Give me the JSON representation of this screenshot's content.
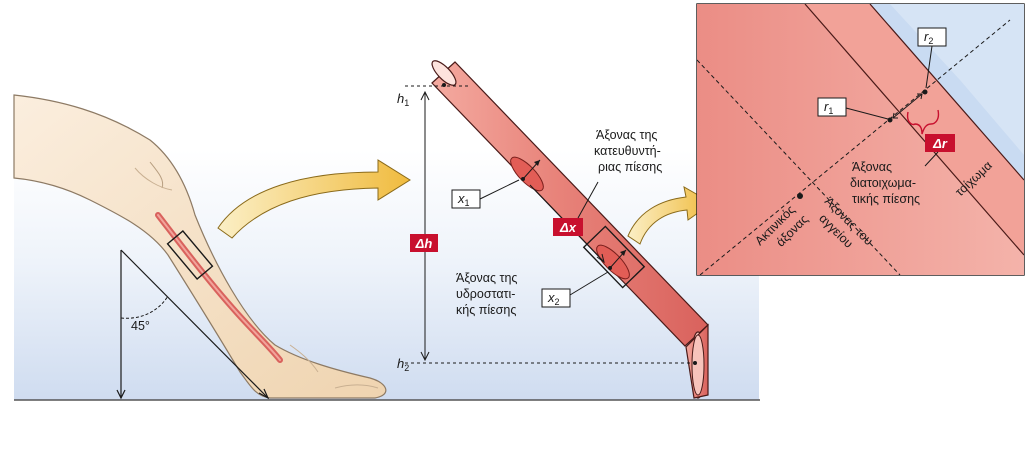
{
  "labels": {
    "angle": "45°",
    "h1": "h",
    "h1_sub": "1",
    "h2": "h",
    "h2_sub": "2",
    "delta_h": "Δh",
    "x1": "x",
    "x1_sub": "1",
    "x2": "x",
    "x2_sub": "2",
    "delta_x": "Δx",
    "hydrostatic_axis": [
      "Άξονας της",
      "υδροστατι-",
      "κής πίεσης"
    ],
    "driving_axis": [
      "Άξονας της",
      "κατευθυντή-",
      "ριας πίεσης"
    ],
    "r1": "r",
    "r1_sub": "1",
    "r2": "r",
    "r2_sub": "2",
    "delta_r": "Δr",
    "transmural_axis": [
      "Άξονας",
      "διατοιχωμα-",
      "τικής πίεσης"
    ],
    "wall": "τοίχωμα",
    "radial_axis": [
      "Ακτινικός",
      "άξονας"
    ],
    "vessel_axis": [
      "Άξονας του",
      "αγγείου"
    ]
  },
  "colors": {
    "background_blue": "#d5e1f3",
    "vessel": "#e8706a",
    "vessel_light": "#f2a49b",
    "skin": "#f6e1c3",
    "accent_red": "#c8102e",
    "arrow_yellow": "#f3c85a"
  }
}
